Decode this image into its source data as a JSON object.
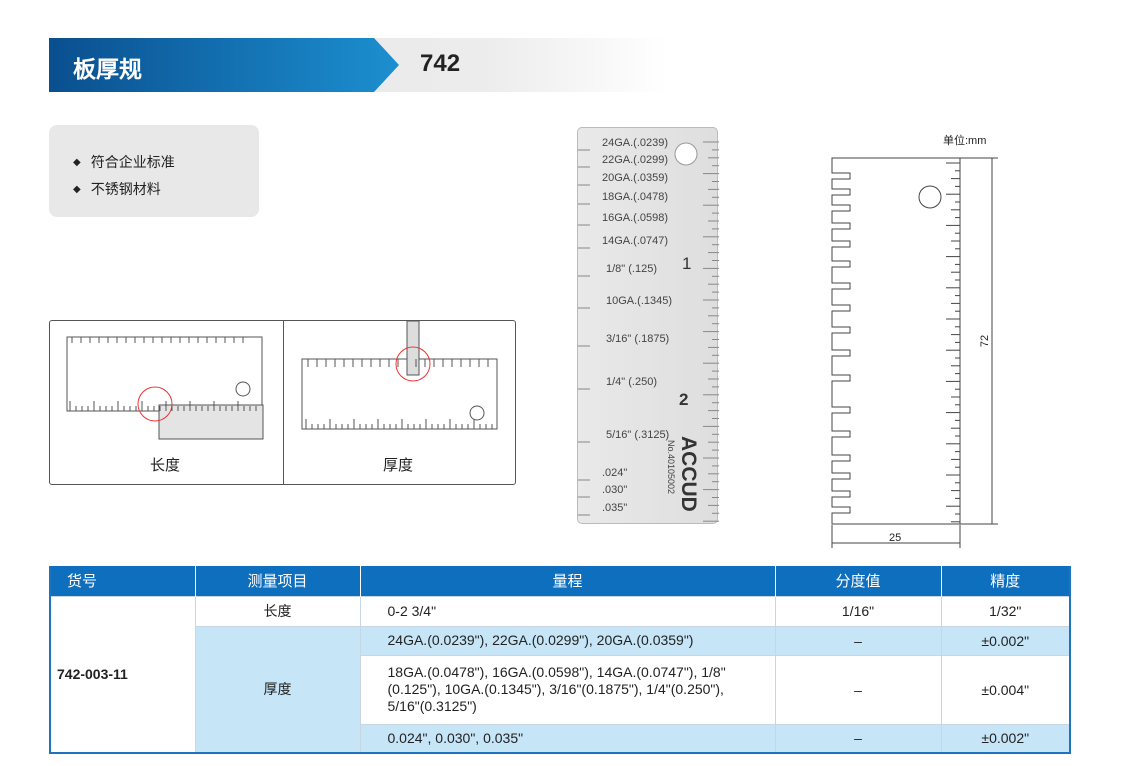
{
  "header": {
    "title": "板厚规",
    "model": "742"
  },
  "features": [
    "符合企业标准",
    "不锈钢材料"
  ],
  "illustrations": [
    {
      "caption": "长度"
    },
    {
      "caption": "厚度"
    }
  ],
  "gauge": {
    "labels": [
      "24GA.(.0239)",
      "22GA.(.0299)",
      "20GA.(.0359)",
      "18GA.(.0478)",
      "16GA.(.0598)",
      "14GA.(.0747)",
      "1/8\" (.125)",
      "10GA.(.1345)",
      "3/16\" (.1875)",
      "1/4\" (.250)",
      "5/16\" (.3125)",
      ".024\"",
      ".030\"",
      ".035\""
    ],
    "scale_1": "1",
    "scale_2": "2",
    "brand": "ACCUD",
    "part_no": "No.40105002"
  },
  "drawing": {
    "unit": "单位:mm",
    "height": "72",
    "width": "25"
  },
  "table": {
    "headers": [
      "货号",
      "测量项目",
      "量程",
      "分度值",
      "精度"
    ],
    "item_no": "742-003-11",
    "length": {
      "item": "长度",
      "range": "0-2 3/4\"",
      "graduation": "1/16\"",
      "accuracy": "1/32\""
    },
    "thickness": {
      "item": "厚度",
      "rows": [
        {
          "range": "24GA.(0.0239\"), 22GA.(0.0299\"), 20GA.(0.0359\")",
          "graduation": "–",
          "accuracy": "±0.002\""
        },
        {
          "range": "18GA.(0.0478\"), 16GA.(0.0598\"), 14GA.(0.0747\"), 1/8\"(0.125\"), 10GA.(0.1345\"), 3/16\"(0.1875\"), 1/4\"(0.250\"), 5/16\"(0.3125\")",
          "graduation": "–",
          "accuracy": "±0.004\""
        },
        {
          "range": "0.024\", 0.030\", 0.035\"",
          "graduation": "–",
          "accuracy": "±0.002\""
        }
      ]
    }
  },
  "colors": {
    "brand_blue": "#0f6fbf",
    "row_blue": "#c6e5f7"
  }
}
